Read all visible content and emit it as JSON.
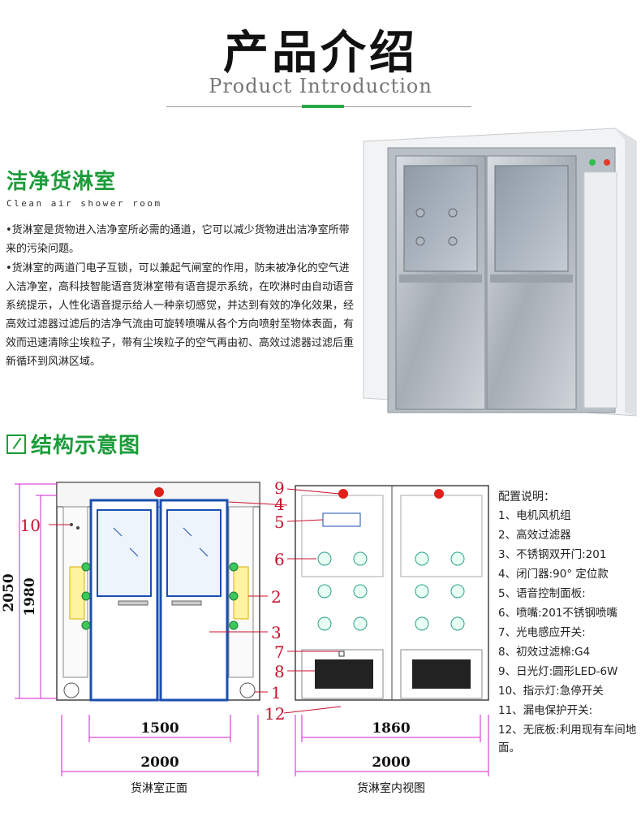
{
  "header": {
    "title": "产品介绍",
    "subtitle": "Product Introduction"
  },
  "section1": {
    "title": "洁净货淋室",
    "subtitle": "Clean air shower room",
    "paragraphs": [
      "•货淋室是货物进入洁净室所必需的通道，它可以减少货物进出洁净室所带来的污染问题。",
      "•货淋室的两道门电子互锁，可以兼起气闸室的作用，防未被净化的空气进入洁净室，高科技智能语音货淋室带有语音提示系统，在吹淋时由自动语音系统提示，人性化语音提示给人一种亲切感觉，并达到有效的净化效果，经高效过滤器过滤后的洁净气流由可旋转喷嘴从各个方向喷射至物体表面，有效而迅速清除尘埃粒子，带有尘埃粒子的空气再由初、高效过滤器过滤后重新循环到风淋区域。"
    ]
  },
  "section2": {
    "title": "结构示意图"
  },
  "diagram": {
    "front": {
      "caption": "货淋室正面",
      "height_outer": "2050",
      "height_inner": "1980",
      "width_inner": "1500",
      "width_outer": "2000"
    },
    "inner": {
      "caption": "货淋室内视图",
      "width_inner": "1860",
      "width_outer": "2000"
    },
    "callouts": [
      "10",
      "2",
      "3",
      "1",
      "9",
      "4",
      "5",
      "6",
      "7",
      "8",
      "12"
    ]
  },
  "config": {
    "title": "配置说明：",
    "items": [
      "1、电机风机组",
      "2、高效过滤器",
      "3、不锈钢双开门:201",
      "4、闭门器:90° 定位款",
      "5、语音控制面板:",
      "6、喷嘴:201不锈钢喷嘴",
      "7、光电感应开关:",
      "8、初效过滤棉:G4",
      "9、日光灯:圆形LED-6W",
      "10、指示灯:急停开关",
      "11、漏电保护开关:",
      "12、无底板:利用现有车间地面。"
    ]
  },
  "colors": {
    "accent": "#1c9c3a",
    "callout": "#c8102e",
    "dimension": "#d020d0",
    "door_frame": "#1a4fb0"
  }
}
